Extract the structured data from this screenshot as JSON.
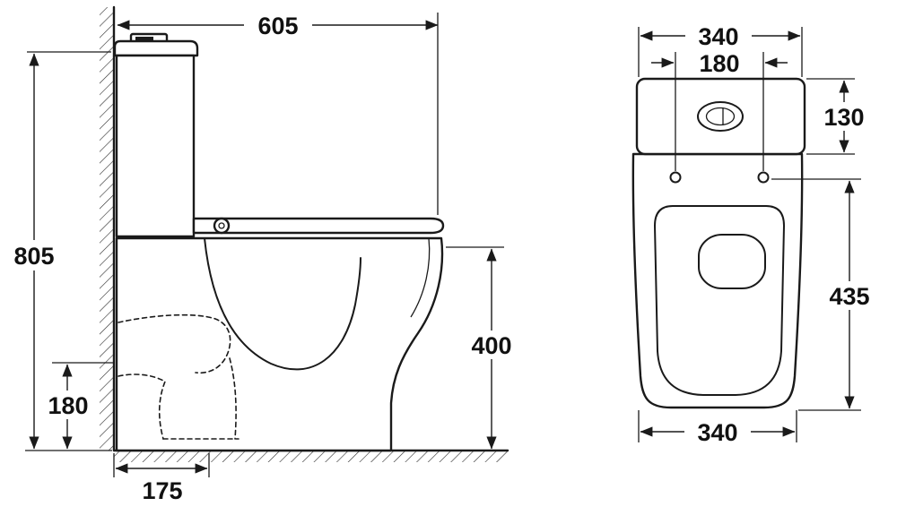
{
  "drawing": {
    "type": "technical-dimension-diagram",
    "subject": "close-coupled toilet",
    "line_color": "#1a1a1a",
    "background": "#ffffff"
  },
  "side_view": {
    "overall_width_mm": "605",
    "overall_height_mm": "805",
    "trap_height_mm": "180",
    "bowl_height_mm": "400",
    "outlet_distance_mm": "175"
  },
  "front_view": {
    "top_width_mm": "340",
    "fixing_hole_spacing_mm": "180",
    "cistern_height_mm": "130",
    "body_height_mm": "435",
    "base_width_mm": "340"
  }
}
